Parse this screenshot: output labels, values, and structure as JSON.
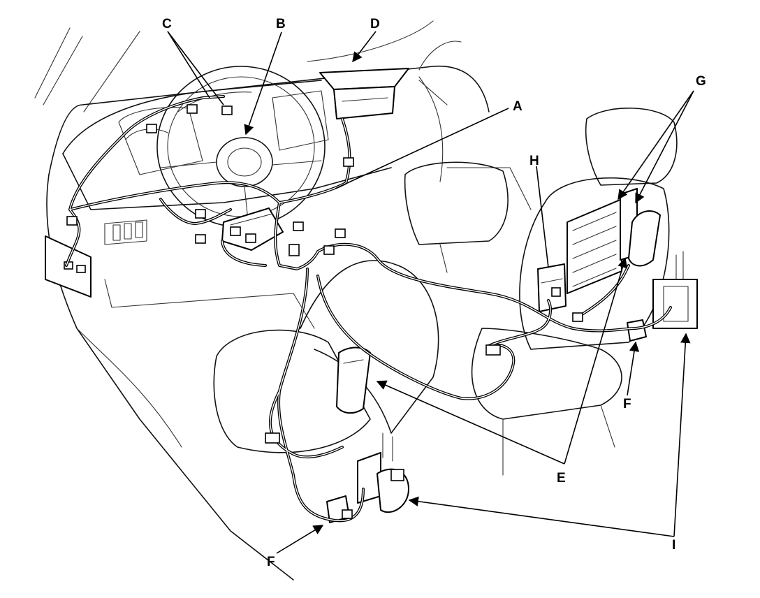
{
  "callouts": {
    "A": "A",
    "B": "B",
    "C": "C",
    "D": "D",
    "E": "E",
    "F_left": "F",
    "F_right": "F",
    "G": "G",
    "H": "H",
    "I": "I"
  },
  "colors": {
    "line": "#000000",
    "background": "#ffffff"
  }
}
